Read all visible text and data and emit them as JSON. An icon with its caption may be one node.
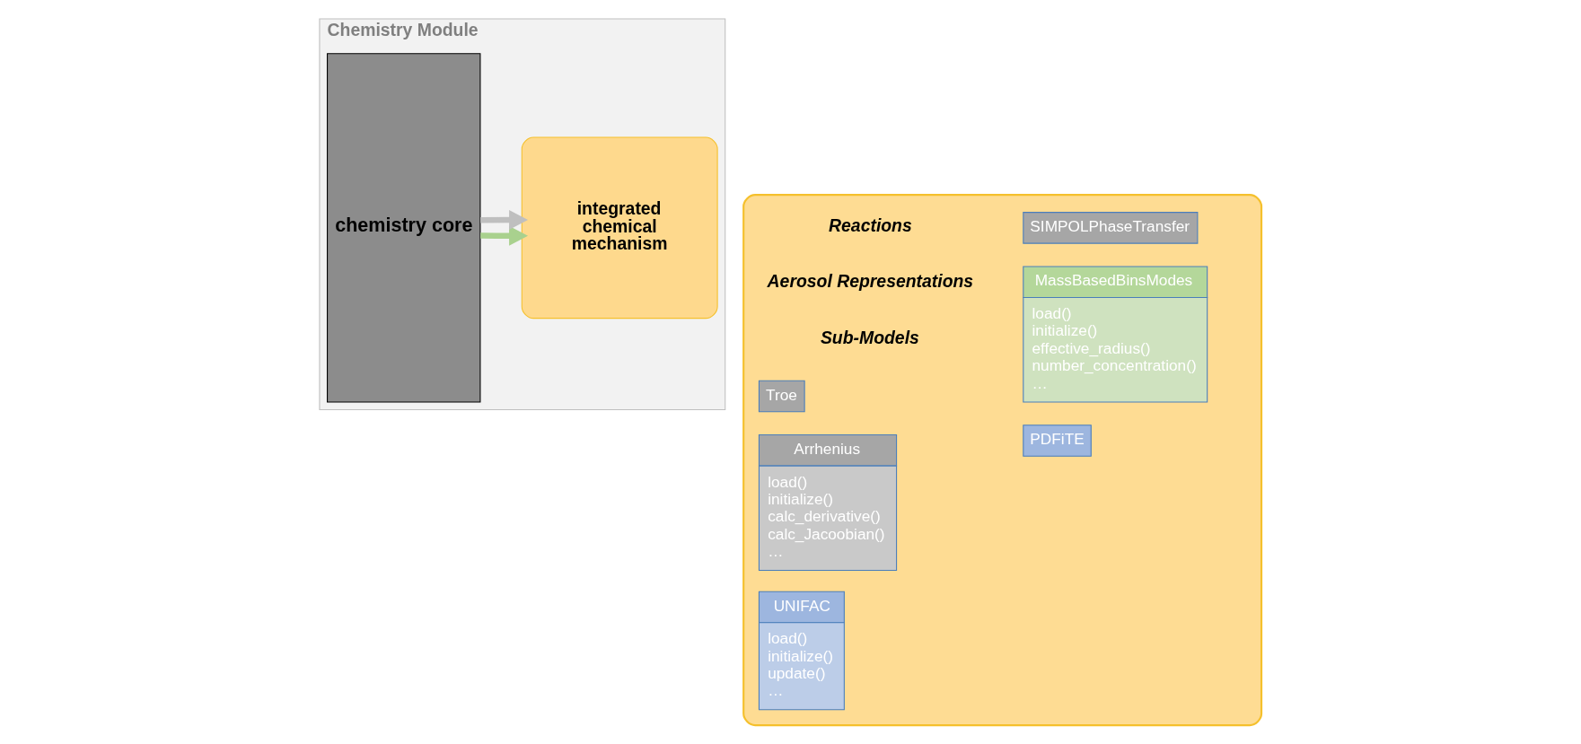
{
  "diagram": {
    "nodes": [
      {
        "text": [
          "Chemistry Module"
        ]
      },
      {
        "text": [
          "chemistry core"
        ],
        "in": 0
      },
      {
        "text": [
          "integrated chemical mechanism"
        ],
        "in": 0
      },
      {
        "text": [],
        "shape": "box"
      },
      {
        "text": [
          "SIMPOLPhaseTransfer"
        ],
        "in": 3
      },
      {
        "text": [
          "Troe"
        ],
        "in": 3
      },
      {
        "text": [
          "Arrhenius",
          "load()",
          "initialize()",
          "calc_derivative()",
          "calc_Jacoobian()",
          "…"
        ],
        "in": 3
      },
      {
        "text": [
          "MassBasedBinsModes",
          "load()",
          "initialize()",
          "effective_radius()",
          "number_concentration()",
          "…"
        ],
        "in": 3
      },
      {
        "text": [
          "PDFiTE"
        ],
        "in": 3
      },
      {
        "text": [
          "UNIFAC",
          "load()",
          "initialize()",
          "update()",
          "…"
        ],
        "in": 3
      }
    ],
    "labels": [
      "Reactions",
      "Aerosol Representations",
      "Sub-Models"
    ],
    "edges": [
      {
        "from": 1,
        "to": 2,
        "arrow": "to",
        "color": "#a9d18e"
      },
      {
        "from": 1,
        "to": 2,
        "arrow": "to",
        "color": "#bfbfbf"
      }
    ]
  }
}
